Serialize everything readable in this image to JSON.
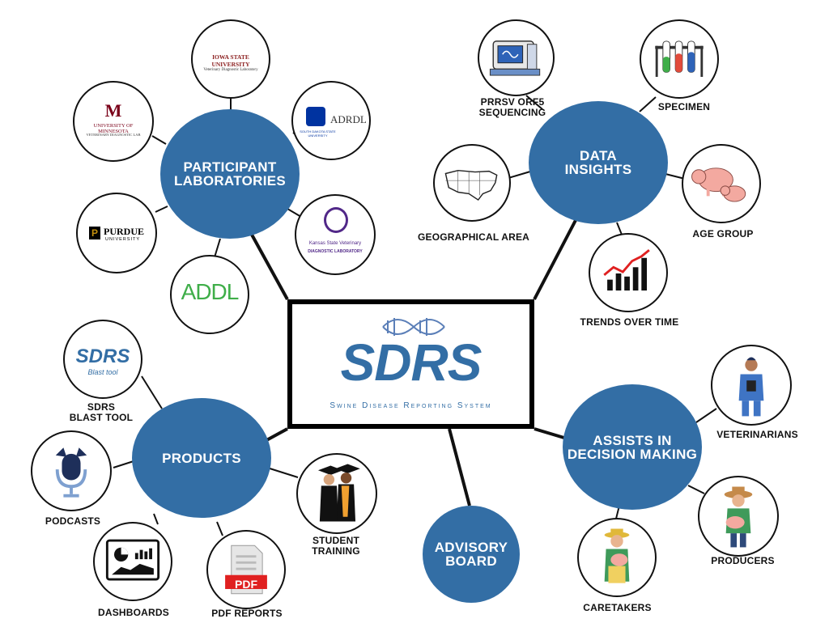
{
  "center": {
    "title": "SDRS",
    "subtitle": "Swine Disease Reporting System"
  },
  "hubs": {
    "participant_laboratories": "PARTICIPANT\nLABORATORIES",
    "data_insights": "DATA\nINSIGHTS",
    "products": "PRODUCTS",
    "assists_in_decision_making": "ASSISTS IN\nDECISION MAKING",
    "advisory_board": "ADVISORY\nBOARD"
  },
  "labs": {
    "iowa_state": "IOWA STATE UNIVERSITY",
    "iowa_state_sub": "Veterinary Diagnostic Laboratory",
    "minnesota": "UNIVERSITY OF MINNESOTA",
    "minnesota_sub": "VETERINARY DIAGNOSTIC LAB",
    "sdsu": "SOUTH DAKOTA STATE UNIVERSITY",
    "adrdl": "ADRDL",
    "purdue": "PURDUE",
    "purdue_sub": "UNIVERSITY",
    "kansas": "Kansas State Veterinary",
    "kansas_sub": "DIAGNOSTIC LABORATORY",
    "addl": "ADDL"
  },
  "insights": {
    "prrsv": "PRRSV ORF5\nSEQUENCING",
    "specimen": "SPECIMEN",
    "geographical_area": "GEOGRAPHICAL AREA",
    "age_group": "AGE GROUP",
    "trends_over_time": "TRENDS OVER TIME"
  },
  "products": {
    "sdrs_blast_tool": "SDRS\nBLAST TOOL",
    "blast_icon_title": "SDRS",
    "blast_icon_sub": "Blast tool",
    "podcasts": "PODCASTS",
    "dashboards": "DASHBOARDS",
    "pdf_reports": "PDF REPORTS",
    "pdf_icon_text": "PDF",
    "student_training": "STUDENT\nTRAINING"
  },
  "decision": {
    "veterinarians": "VETERINARIANS",
    "producers": "PRODUCERS",
    "caretakers": "CARETAKERS"
  },
  "colors": {
    "hub_blue": "#336ea5",
    "outline": "#111111",
    "pdf_red": "#e02020"
  }
}
